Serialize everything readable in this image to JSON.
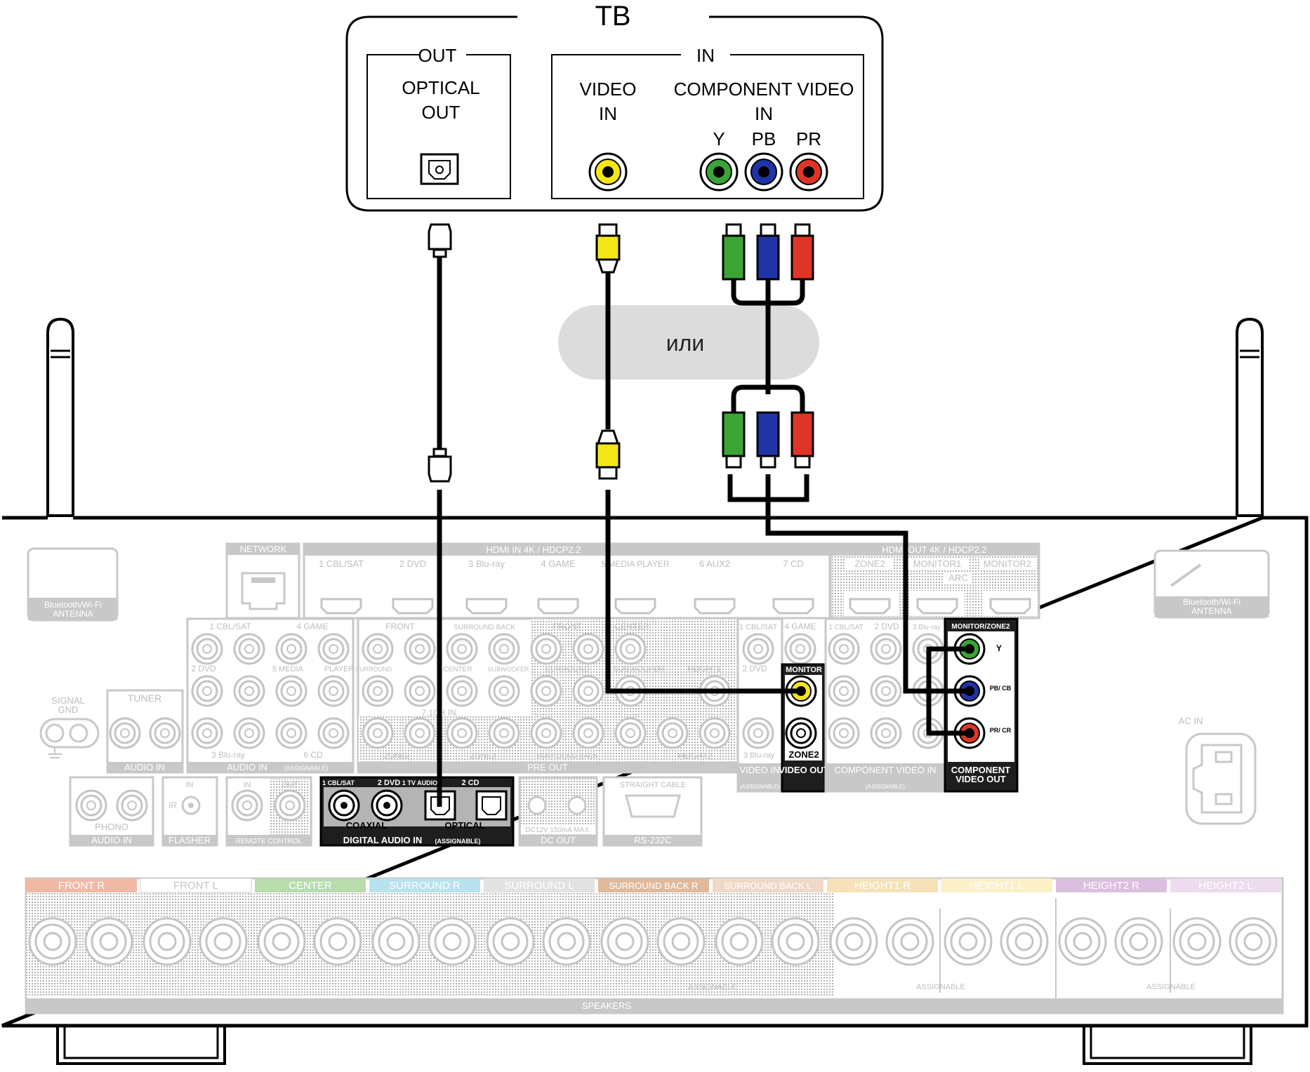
{
  "tv": {
    "title": "ТВ",
    "out_group": "OUT",
    "optical_out_1": "OPTICAL",
    "optical_out_2": "OUT",
    "in_group": "IN",
    "video_in_1": "VIDEO",
    "video_in_2": "IN",
    "component_in_1": "COMPONENT VIDEO",
    "component_in_2": "IN",
    "y": "Y",
    "pb": "PB",
    "pr": "PR"
  },
  "or_label": "или",
  "receiver": {
    "bt_antenna_left_1": "Bluetooth/Wi-Fi",
    "bt_antenna_left_2": "ANTENNA",
    "bt_antenna_right_1": "Bluetooth/Wi-Fi",
    "bt_antenna_right_2": "ANTENNA",
    "network": "NETWORK",
    "hdmi_in": "HDMI IN  4K / HDCP2.2",
    "hdmi_in_inputs": [
      "1 CBL/SAT",
      "2 DVD",
      "3 Blu-ray",
      "4 GAME",
      "5 MEDIA PLAYER",
      "6 AUX2",
      "7 CD"
    ],
    "hdmi_out": "HDMI OUT  4K / HDCP2.2",
    "hdmi_out_outputs": [
      "ZONE2",
      "MONITOR1",
      "MONITOR2"
    ],
    "arc": "ARC",
    "signal_gnd_1": "SIGNAL",
    "signal_gnd_2": "GND",
    "tuner": "TUNER",
    "audio_in": "AUDIO IN",
    "audio_in_assignable": "AUDIO IN",
    "audio_in_inputs": [
      "1 CBL/SAT",
      "4 GAME",
      "2 DVD",
      "5 MEDIA",
      "PLAYER",
      "3 Blu-ray",
      "6 CD"
    ],
    "pre_out": "PRE OUT",
    "pre_out_71ch": "7.1CH IN",
    "pre_out_labels": [
      "FRONT",
      "SURROUND BACK",
      "FRONT",
      "CENTER",
      "SURROUND",
      "CENTER",
      "SUBWOOFER",
      "SURROUND",
      "SUBWOOFER",
      "HEIGHT1",
      "ZONE2",
      "ZONE3",
      "SURROUND BACK",
      "HEIGHT2"
    ],
    "video_in_section": [
      "1 CBL/SAT",
      "4 GAME",
      "2 DVD",
      "3 Blu-ray"
    ],
    "video_in": "VIDEO IN",
    "video_out": "VIDEO OUT",
    "monitor": "MONITOR",
    "zone2": "ZONE2",
    "component_in_inputs": [
      "1 CBL/SAT",
      "2 DVD",
      "3 Blu-ray"
    ],
    "component_video_in": "COMPONENT VIDEO IN",
    "monitor_zone2": "MONITOR/ZONE2",
    "comp_y": "Y",
    "comp_pb": "PB/ CB",
    "comp_pr": "PR/ CR",
    "component_video_out_1": "COMPONENT",
    "component_video_out_2": "VIDEO OUT",
    "phono": "PHONO",
    "phono_audio_in": "AUDIO IN",
    "flasher_in": "IN",
    "ir": "IR",
    "flasher": "FLASHER",
    "remote_in": "IN",
    "remote_out": "OUT",
    "remote_control": "REMOTE CONTROL",
    "digital_coax_1": "1 CBL/SAT",
    "digital_coax_2": "2 DVD",
    "digital_opt_1": "1 TV AUDIO",
    "digital_opt_2": "2 CD",
    "coaxial": "COAXIAL",
    "optical": "OPTICAL",
    "digital_audio_in": "DIGITAL AUDIO IN",
    "assignable_small": "(ASSIGNABLE)",
    "dc_out_rating": "DC12V 150mA MAX.",
    "dc_out": "DC OUT",
    "straight_cable": "STRAIGHT CABLE",
    "rs232c": "RS-232C",
    "ac_in": "AC IN",
    "speakers": "SPEAKERS",
    "assignable": "ASSIGNABLE",
    "speaker_groups": [
      "FRONT R",
      "FRONT L",
      "CENTER",
      "SURROUND R",
      "SURROUND L",
      "SURROUND BACK R",
      "SURROUND BACK L",
      "HEIGHT1 R",
      "HEIGHT1 L",
      "HEIGHT2 R",
      "HEIGHT2 L"
    ]
  },
  "colors": {
    "y_green": "#3aa535",
    "pb_blue": "#1f35a5",
    "pr_red": "#e03425",
    "video_yellow": "#f5e616",
    "panel_gray": "#c8c8c8",
    "highlight_black": "#1e1e1e"
  }
}
